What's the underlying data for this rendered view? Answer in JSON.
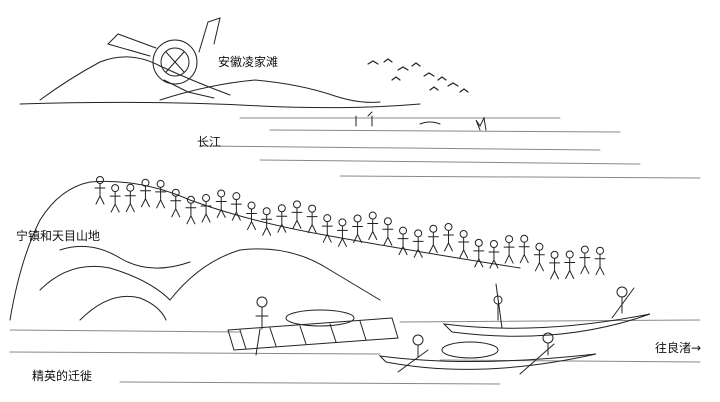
{
  "labels": {
    "top_site": "安徽凌家滩",
    "river": "长江",
    "hills": "宁镇和天目山地",
    "migration": "精英的迁徙",
    "destination": "往良渚→"
  },
  "colors": {
    "ink": "#222222",
    "background": "#ffffff"
  },
  "icons": [
    "jade-plaque-icon",
    "bird-flock-icon",
    "canoe-icon",
    "raft-icon"
  ]
}
